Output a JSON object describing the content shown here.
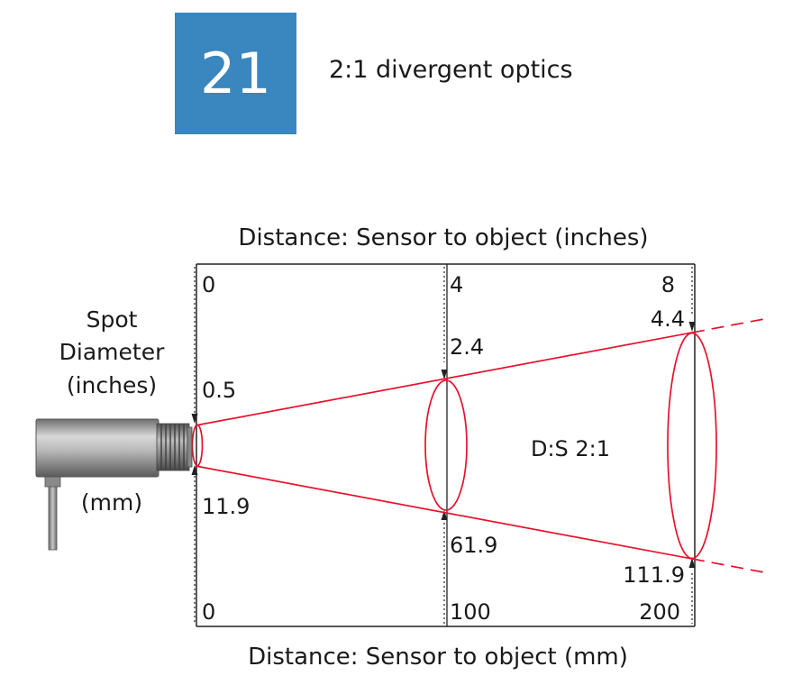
{
  "badge": {
    "number": "21",
    "color": "#3a86bf"
  },
  "subtitle": "2:1 divergent optics",
  "colors": {
    "beam": "#e8112d",
    "frame": "#222222"
  },
  "diagram": {
    "top_axis_label": "Distance: Sensor to object (inches)",
    "bottom_axis_label": "Distance: Sensor to object (mm)",
    "spot_label_lines": [
      "Spot",
      "Diameter",
      "(inches)"
    ],
    "mm_label": "(mm)",
    "ratio_label": "D:S 2:1",
    "distances_inches": [
      "0",
      "4",
      "8"
    ],
    "distances_mm": [
      "0",
      "100",
      "200"
    ],
    "spot_inches": [
      "0.5",
      "2.4",
      "4.4"
    ],
    "spot_mm": [
      "11.9",
      "61.9",
      "111.9"
    ]
  }
}
